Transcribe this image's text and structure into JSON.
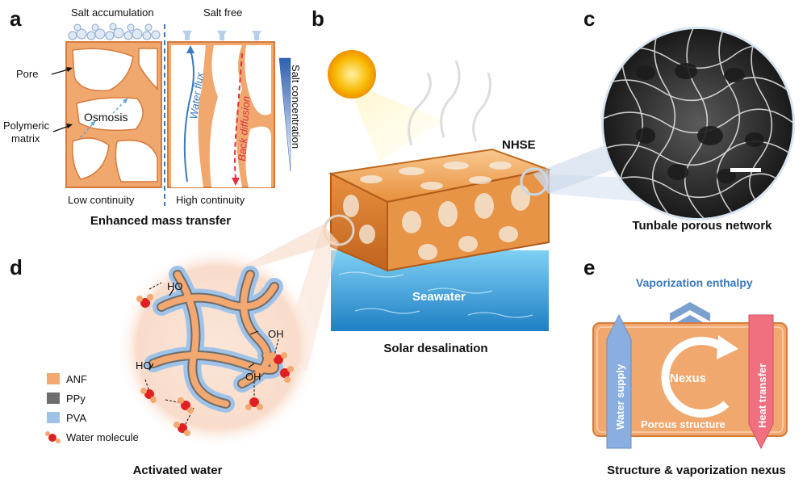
{
  "panels": {
    "a": {
      "label": "a",
      "top_left": "Salt accumulation",
      "top_right": "Salt free",
      "pore": "Pore",
      "osmosis": "Osmosis",
      "matrix_line1": "Polymeric",
      "matrix_line2": "matrix",
      "water_flux": "Water flux",
      "back_diffusion": "Back diffusion",
      "salt_concentration": "Salt concentration",
      "low": "Low continuity",
      "high": "High continuity",
      "caption": "Enhanced mass transfer"
    },
    "b": {
      "label": "b",
      "nhse": "NHSE",
      "seawater": "Seawater",
      "caption": "Solar desalination"
    },
    "c": {
      "label": "c",
      "caption": "Tunbale porous network"
    },
    "d": {
      "label": "d",
      "ho1": "HO",
      "oh1": "OH",
      "ho2": "HO",
      "oh2": "OH",
      "legend": [
        {
          "label": "ANF",
          "color": "#f2a870"
        },
        {
          "label": "PPy",
          "color": "#6d6d6d"
        },
        {
          "label": "PVA",
          "color": "#9fc3e8"
        },
        {
          "label": "Water molecule",
          "color": "#e02020"
        }
      ],
      "caption": "Activated water"
    },
    "e": {
      "label": "e",
      "enthalpy": "Vaporization enthalpy",
      "water_supply": "Water supply",
      "heat_transfer": "Heat transfer",
      "nexus": "Nexus",
      "porous": "Porous structure",
      "caption": "Structure & vaporization nexus"
    }
  },
  "colors": {
    "orange": "#f0a86e",
    "orange_dark": "#d67a3c",
    "blue_arrow": "#3a78c0",
    "red_arrow": "#e03040",
    "supply_blue": "#8aaee0",
    "heat_red": "#f07080",
    "enthalpy_blue": "#3a78c0"
  }
}
